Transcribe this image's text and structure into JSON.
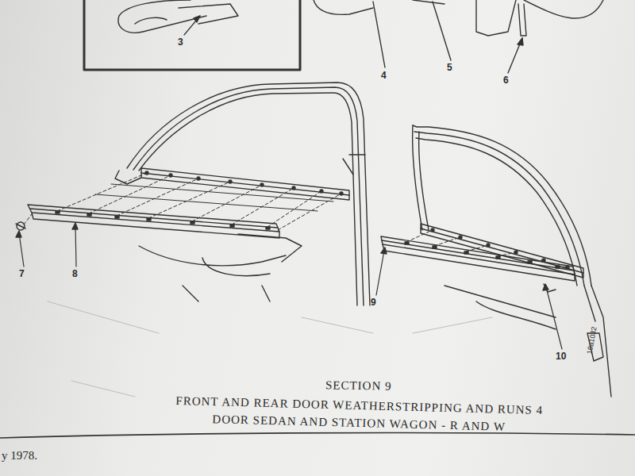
{
  "diagram": {
    "title": "SECTION 9",
    "caption": "FRONT AND REAR DOOR WEATHERSTRIPPING AND RUNS 4 DOOR SEDAN AND STATION WAGON - R AND W",
    "labels": [
      "3",
      "4",
      "5",
      "6",
      "7",
      "8",
      "9",
      "10",
      "y 1978.",
      "19a1032"
    ]
  }
}
